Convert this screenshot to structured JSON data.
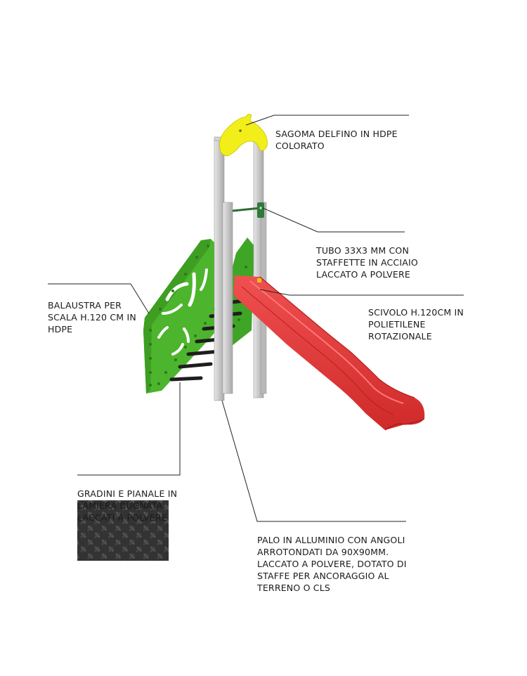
{
  "labels": {
    "dolphin": [
      "SAGOMA DELFINO IN HDPE",
      "COLORATO"
    ],
    "tube": [
      "TUBO 33X3 MM CON",
      "STAFFETTE IN ACCIAIO",
      "LACCATO A POLVERE"
    ],
    "balustrade": [
      "BALAUSTRA PER",
      "SCALA H.120 CM IN",
      "HDPE"
    ],
    "slide": [
      "SCIVOLO H.120CM IN",
      "POLIETILENE",
      "ROTAZIONALE"
    ],
    "steps": [
      "GRADINI E PIANALE IN",
      "LAMIERA BUGNATA",
      "LACCATI A POLVERE"
    ],
    "pole": [
      "PALO IN ALLUMINIO CON ANGOLI",
      "ARROTONDATI DA 90X90MM.",
      "LACCATO A POLVERE, DOTATO DI",
      "STAFFE PER ANCORAGGIO AL",
      "TERRENO O CLS"
    ]
  },
  "colors": {
    "panel_green": "#4cb52d",
    "slide_red": "#e43a3a",
    "dolphin_yellow": "#f2ee1a",
    "pole_grey": "#c9c9c9",
    "plate_dark": "#2e2e2e",
    "leader": "#222222"
  }
}
